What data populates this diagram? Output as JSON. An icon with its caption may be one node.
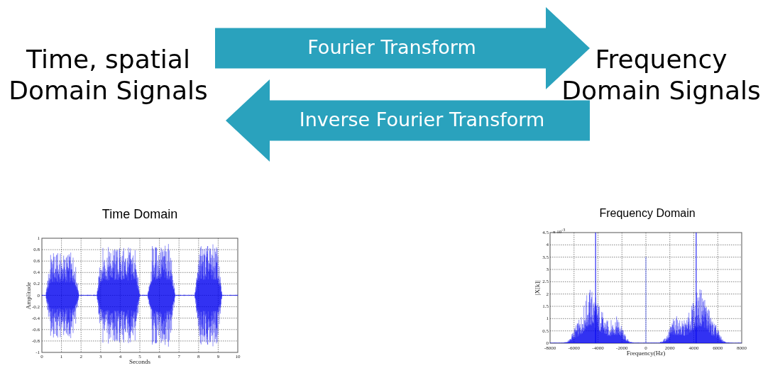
{
  "diagram": {
    "nodes": [
      {
        "text": [
          "Time, spatial Domain Signals"
        ]
      },
      {
        "text": [
          "Frequency Domain Signals"
        ]
      }
    ],
    "edges": [
      {
        "from": 0,
        "to": 1,
        "arrow": "to",
        "label": "Fourier Transform"
      },
      {
        "from": 1,
        "to": 0,
        "arrow": "to",
        "label": "Inverse Fourier Transform"
      }
    ],
    "labels": [
      "Time Domain",
      "1",
      "0.8",
      "0.6",
      "0.4",
      "0.2",
      "0",
      "-0.2",
      "-0.4",
      "-0.6",
      "-0.8",
      "-1",
      "Amplitude",
      "0",
      "1",
      "2",
      "3",
      "4",
      "5",
      "6",
      "7",
      "8",
      "9",
      "10",
      "Seconds",
      "Frequency Domain",
      "x 10$^{-3}$",
      "4.5",
      "4",
      "3.5",
      "3",
      "2.5",
      "2",
      "1.5",
      "1",
      "0.5",
      "0",
      "|X[k]|",
      "-8000",
      "-6000",
      "-4000",
      "-2000",
      "0",
      "2000",
      "4000",
      "6000",
      "8000",
      "Frequency(Hz)"
    ]
  }
}
